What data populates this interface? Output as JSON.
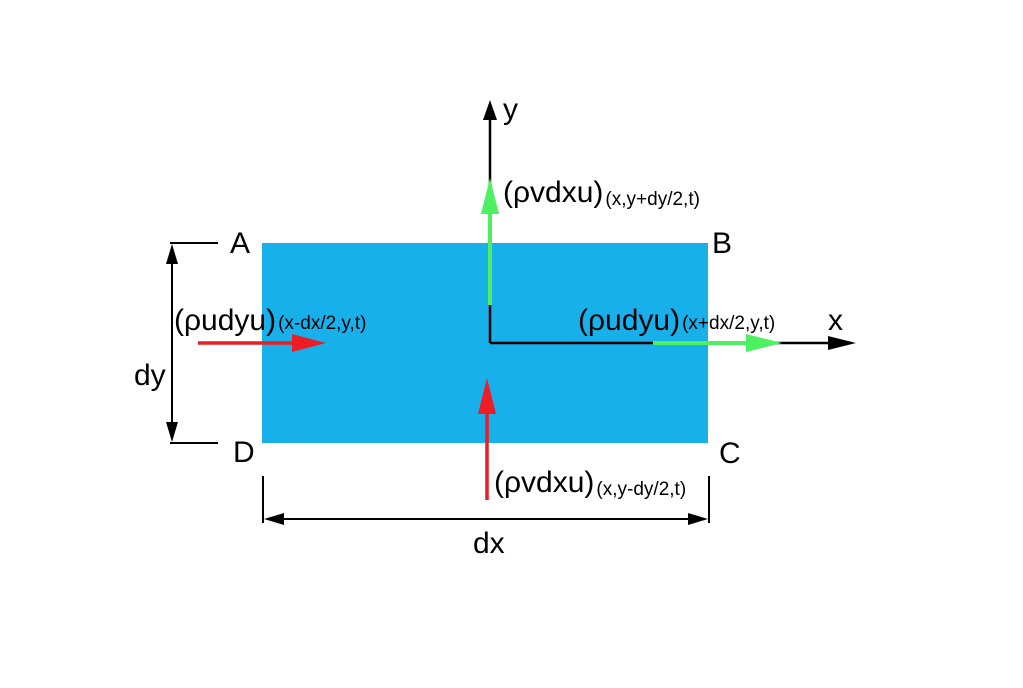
{
  "colors": {
    "element_fill": "#18b0ea",
    "inflow_arrow": "#ee1c25",
    "outflow_arrow": "#4cf060",
    "axis": "#000000"
  },
  "corners": {
    "a": "A",
    "b": "B",
    "c": "C",
    "d": "D"
  },
  "axes": {
    "x": "x",
    "y": "y"
  },
  "dimensions": {
    "width": "dx",
    "height": "dy"
  },
  "fluxes": {
    "left": {
      "main": "(ρudyu)",
      "sub": "(x-dx/2,y,t)"
    },
    "right": {
      "main": "(ρudyu)",
      "sub": "(x+dx/2,y,t)"
    },
    "top": {
      "main": "(ρvdxu)",
      "sub": "(x,y+dy/2,t)"
    },
    "bottom": {
      "main": "(ρvdxu)",
      "sub": "(x,y-dy/2,t)"
    }
  }
}
